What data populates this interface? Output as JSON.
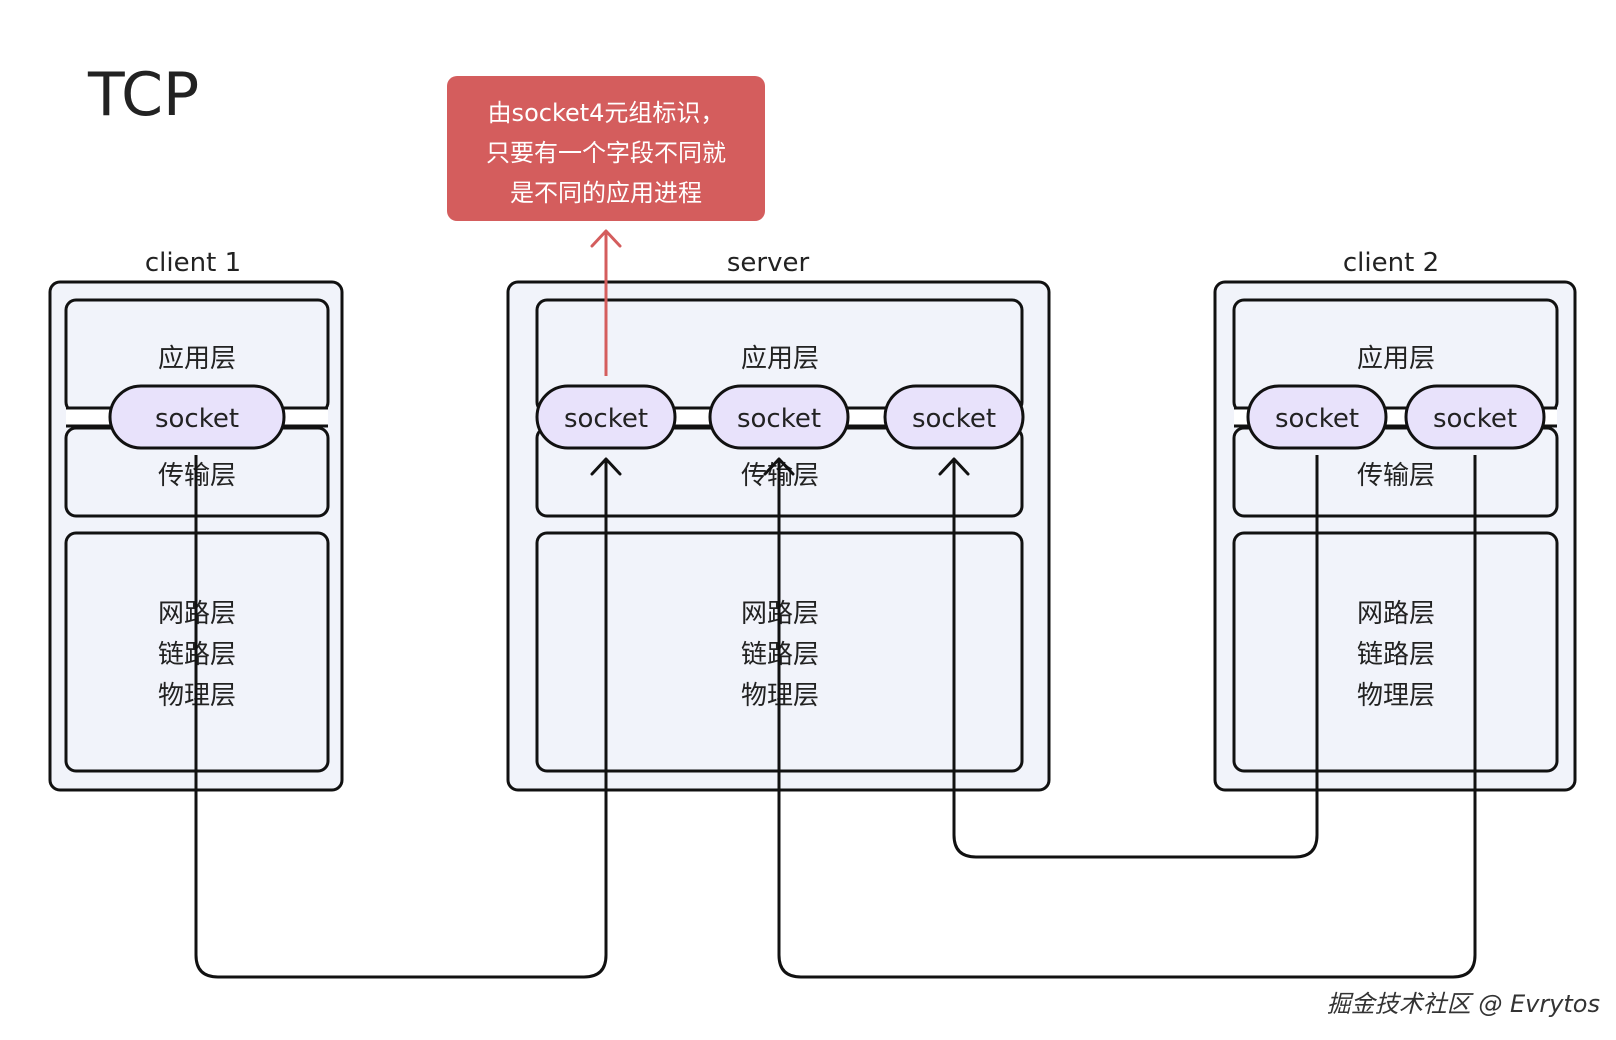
{
  "title": "TCP",
  "note": {
    "lines": [
      "由socket4元组标识，",
      "只要有一个字段不同就",
      "是不同的应用进程"
    ],
    "color": "#d45d5d"
  },
  "labels": {
    "app_layer": "应用层",
    "transport_layer": "传输层",
    "socket": "socket",
    "lower_layers": [
      "网路层",
      "链路层",
      "物理层"
    ]
  },
  "hosts": {
    "client1": {
      "name": "client 1",
      "sockets": 1
    },
    "server": {
      "name": "server",
      "sockets": 3
    },
    "client2": {
      "name": "client 2",
      "sockets": 2
    }
  },
  "colors": {
    "host_fill": "#f1f3fa",
    "socket_fill": "#e8e2fb",
    "line": "#111111",
    "arrow_red": "#d45d5d"
  },
  "watermark": "掘金技术社区 @ Evrytos"
}
